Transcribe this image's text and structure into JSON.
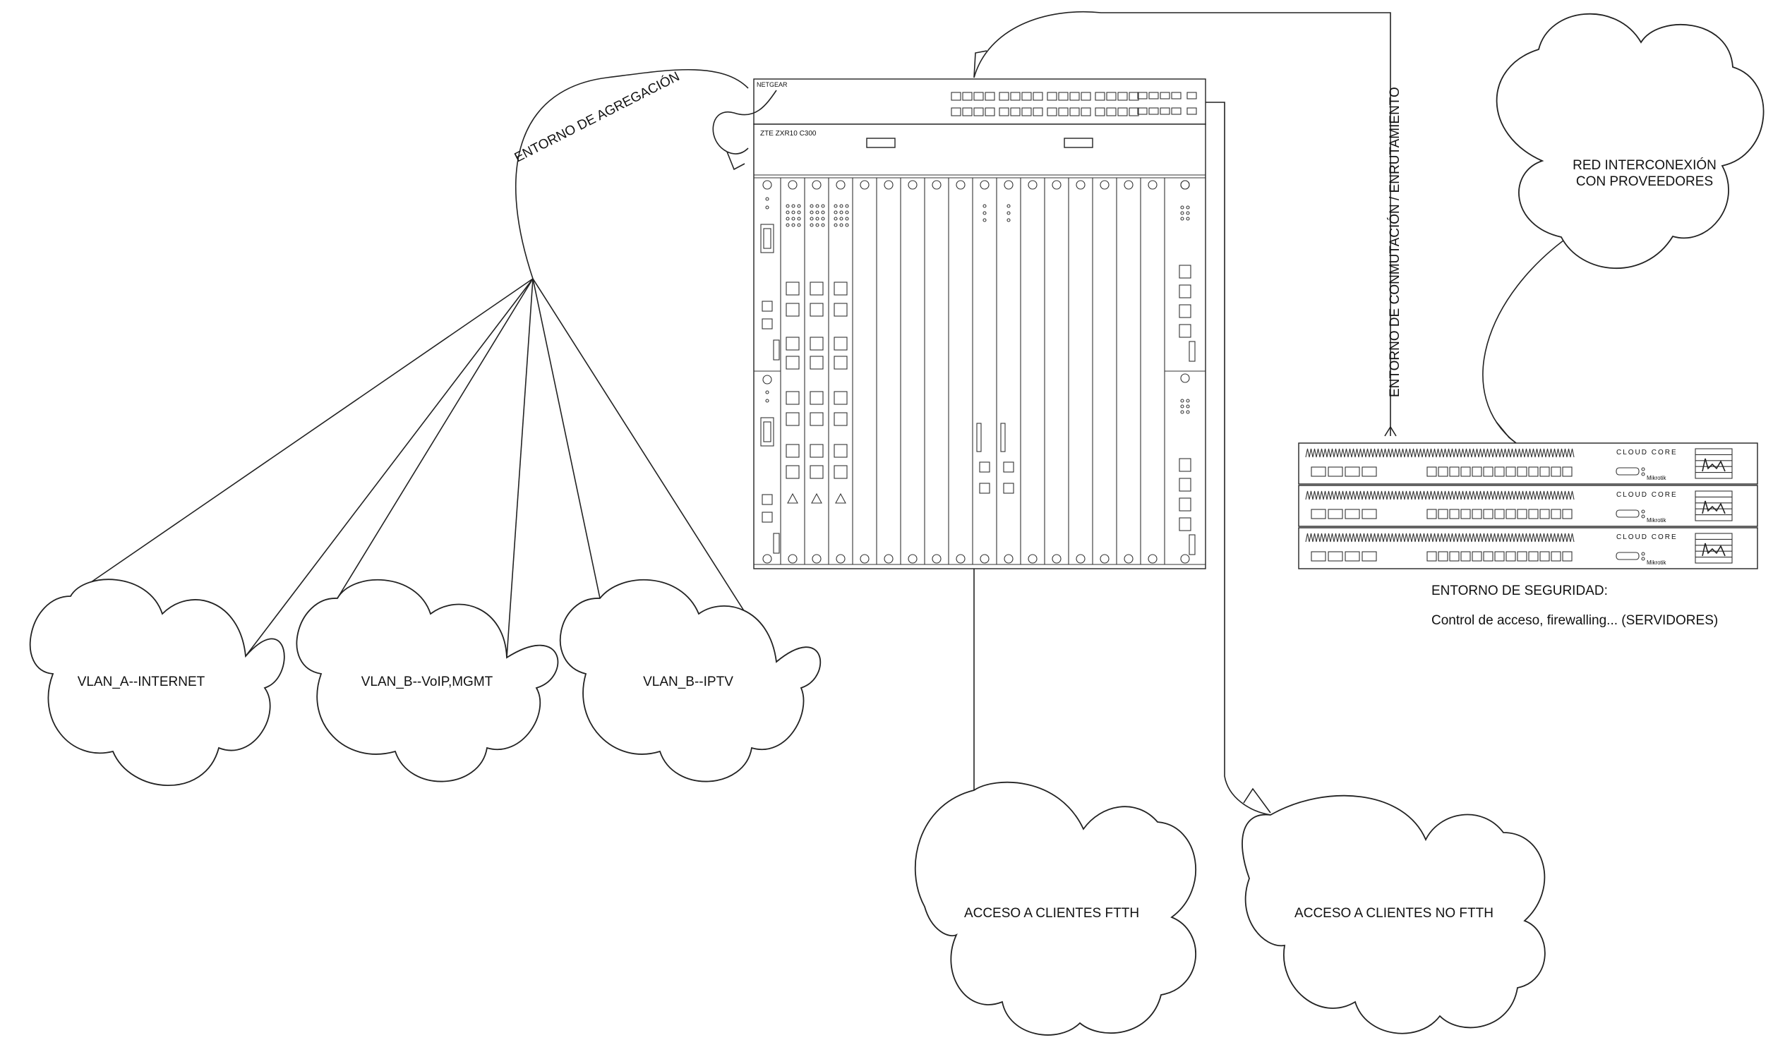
{
  "clouds": {
    "interconnection": "RED INTERCONEXIÓN CON PROVEEDORES",
    "internet": "VLAN_A--INTERNET",
    "voip": "VLAN_B--VoIP,MGMT",
    "iptv": "VLAN_B--IPTV",
    "ftth": "ACCESO A CLIENTES FTTH",
    "no_ftth": "ACCESO A CLIENTES NO FTTH"
  },
  "interconnection_lines": [
    "RED INTERCONEXIÓN",
    "CON PROVEEDORES"
  ],
  "labels": {
    "aggregation": "ENTORNO DE AGREGACIÓN",
    "switching": "ENTORNO DE CONMUTACIÓN / ENRUTAMIENTO",
    "security_title": "ENTORNO DE SEGURIDAD:",
    "security_desc": "Control de acceso, firewalling... (SERVIDORES)"
  },
  "devices": {
    "switch_brand": "NETGEAR",
    "olt_model": "ZTE ZXR10 C300",
    "router_brand": "CLOUD CORE",
    "router_vendor": "Mikrotik"
  }
}
